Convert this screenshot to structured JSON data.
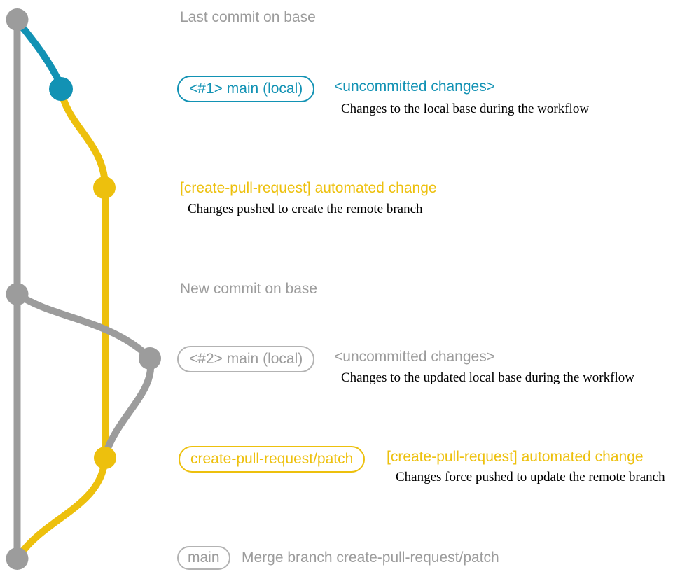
{
  "colors": {
    "teal": "#1292b4",
    "yellow": "#edc00d",
    "gray": "#9c9c9c",
    "gray-border": "#b3b3b3",
    "ink": "#000000",
    "bg": "#ffffff"
  },
  "graph": {
    "type": "git-branch-graph",
    "commit_count": 7,
    "branch_colors": {
      "base": "gray",
      "local_main": "teal",
      "patch": "yellow"
    }
  },
  "annotations": {
    "row1": {
      "title": "Last commit on base"
    },
    "row2": {
      "badge": "<#1> main (local)",
      "title": "<uncommitted changes>",
      "description": "Changes to the local base during the workflow"
    },
    "row3": {
      "title": "[create-pull-request] automated change",
      "description": "Changes pushed to create the remote branch"
    },
    "row4": {
      "title": "New commit on base"
    },
    "row5": {
      "badge": "<#2> main (local)",
      "title": "<uncommitted changes>",
      "description": "Changes to the updated local base during the workflow"
    },
    "row6": {
      "badge": "create-pull-request/patch",
      "title": "[create-pull-request] automated change",
      "description": "Changes force pushed to update the remote branch"
    },
    "row7": {
      "badge": "main",
      "title": "Merge branch create-pull-request/patch"
    }
  }
}
